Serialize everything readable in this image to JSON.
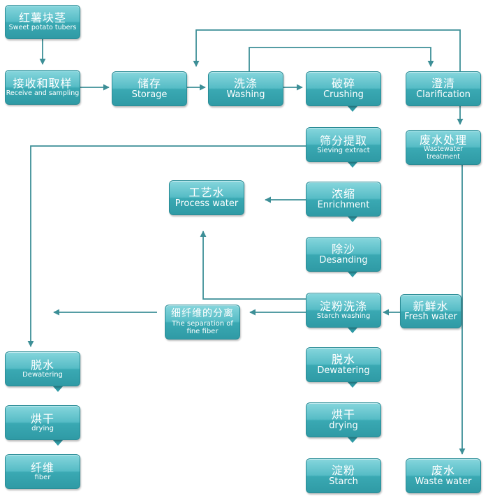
{
  "nodes": {
    "tubers": {
      "zh": "红薯块茎",
      "en": "Sweet potato tubers"
    },
    "receive": {
      "zh": "接收和取样",
      "en": "Receive and sampling"
    },
    "storage": {
      "zh": "储存",
      "en": "Storage"
    },
    "washing": {
      "zh": "洗涤",
      "en": "Washing"
    },
    "crushing": {
      "zh": "破碎",
      "en": "Crushing"
    },
    "clarification": {
      "zh": "澄清",
      "en": "Clarification"
    },
    "sieving": {
      "zh": "筛分提取",
      "en": "Sieving extract"
    },
    "wastewater_treatment": {
      "zh": "废水处理",
      "en": "Wastewater treatment"
    },
    "process_water": {
      "zh": "工艺水",
      "en": "Process water"
    },
    "enrichment": {
      "zh": "浓缩",
      "en": "Enrichment"
    },
    "desanding": {
      "zh": "除沙",
      "en": "Desanding"
    },
    "fine_fiber": {
      "zh": "细纤维的分离",
      "en1": "The separation of",
      "en2": "fine fiber"
    },
    "starch_washing": {
      "zh": "淀粉洗涤",
      "en": "Starch washing"
    },
    "fresh_water": {
      "zh": "新鲜水",
      "en": "Fresh water"
    },
    "dewatering_left": {
      "zh": "脱水",
      "en": "Dewatering"
    },
    "dewatering_right": {
      "zh": "脱水",
      "en": "Dewatering"
    },
    "drying_left": {
      "zh": "烘干",
      "en": "drying"
    },
    "drying_right": {
      "zh": "烘干",
      "en": "drying"
    },
    "fiber": {
      "zh": "纤维",
      "en": "fiber"
    },
    "starch": {
      "zh": "淀粉",
      "en": "Starch"
    },
    "waste_water": {
      "zh": "废水",
      "en": "Waste water"
    }
  },
  "colors": {
    "line": "#3d8f97",
    "node_top": "#86d6dd",
    "node_bottom": "#2f9aa5"
  }
}
